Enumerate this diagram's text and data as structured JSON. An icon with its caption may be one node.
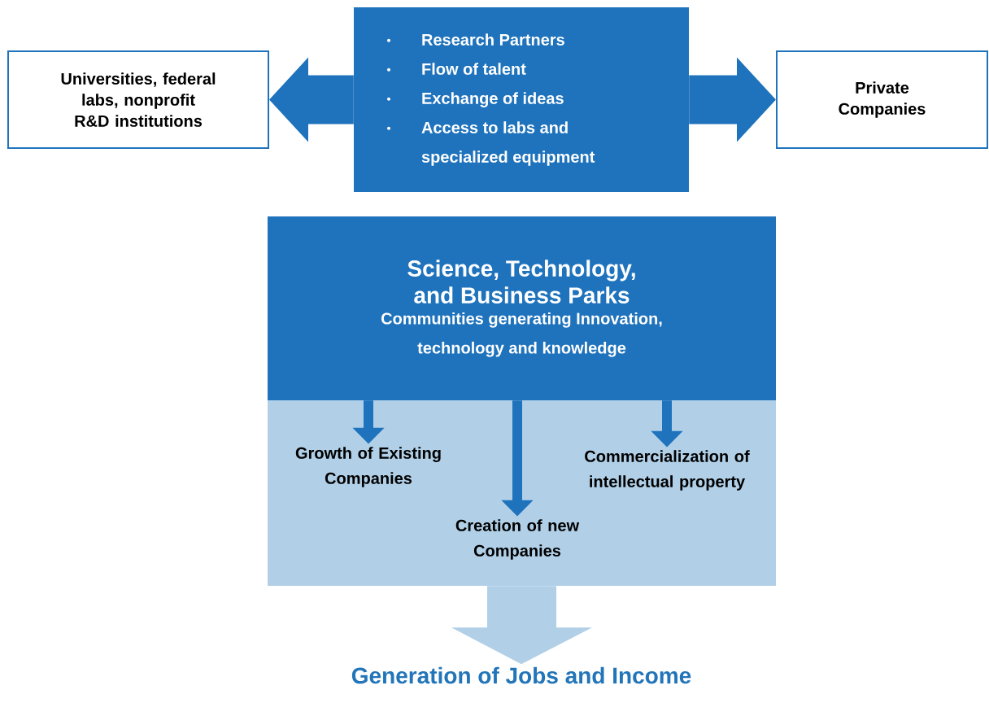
{
  "diagram": {
    "nodes": [
      {
        "text": [
          "Universities, federal labs, nonprofit R&D institutions"
        ]
      },
      {
        "text": [
          "Research Partners",
          "Flow of talent",
          "Exchange of ideas",
          "Access to labs and specialized equipment"
        ]
      },
      {
        "text": [
          "Private Companies"
        ]
      },
      {
        "text": [
          "Science, Technology, and Business Parks",
          "Communities generating Innovation, technology and knowledge"
        ]
      },
      {
        "text": [],
        "shape": "box"
      },
      {
        "text": [
          "Growth of Existing Companies"
        ],
        "in": 4
      },
      {
        "text": [
          "Creation of new Companies"
        ],
        "in": 4
      },
      {
        "text": [
          "Commercialization of intellectual property"
        ],
        "in": 4
      },
      {
        "text": [
          "Generation of Jobs and Income"
        ]
      }
    ],
    "edges": [
      {
        "from": 1,
        "to": 0,
        "arrow": "to",
        "style": "thick"
      },
      {
        "from": 1,
        "to": 2,
        "arrow": "to",
        "style": "thick"
      },
      {
        "from": 3,
        "to": 5,
        "arrow": "to"
      },
      {
        "from": 3,
        "to": 6,
        "arrow": "to"
      },
      {
        "from": 3,
        "to": 7,
        "arrow": "to"
      },
      {
        "from": 4,
        "to": 8,
        "arrow": "to",
        "style": "thick",
        "color": "#b1d0e8"
      }
    ]
  }
}
